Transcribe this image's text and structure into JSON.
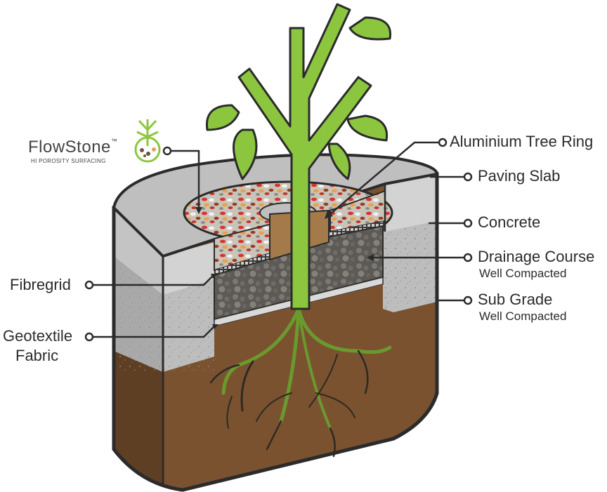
{
  "brand": {
    "name": "FlowStone",
    "trademark": "™",
    "tagline": "HI POROSITY SURFACING"
  },
  "labels": {
    "aluminium_tree_ring": "Aluminium Tree Ring",
    "paving_slab": "Paving Slab",
    "concrete": "Concrete",
    "drainage_course": "Drainage Course",
    "drainage_course_note": "Well Compacted",
    "sub_grade": "Sub Grade",
    "sub_grade_note": "Well Compacted",
    "fibregrid": "Fibregrid",
    "geotextile_line1": "Geotextile",
    "geotextile_line2": "Fabric"
  },
  "colors": {
    "outline": "#2b2b2b",
    "plant_green": "#8cc63f",
    "paving_grey": "#c8c8c8",
    "concrete_grey": "#bdbdbd",
    "drainage_dark": "#5a5753",
    "soil_brown": "#7a5230",
    "tree_ring": "#a47a4a",
    "root": "#2e2a22"
  }
}
